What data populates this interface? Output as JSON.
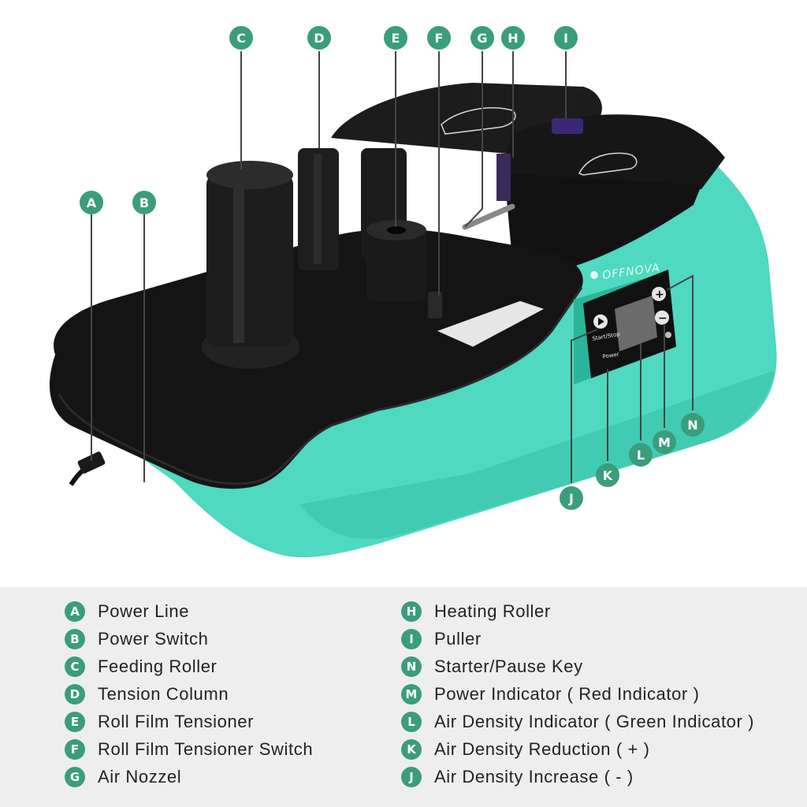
{
  "product": {
    "brand": "OFFNOVA",
    "panel": {
      "start_stop_label": "Start/Stop",
      "power_label": "Power",
      "plus_symbol": "+",
      "minus_symbol": "−"
    }
  },
  "colors": {
    "badge": "#3a9d7c",
    "body_teal": "#4fd9c0",
    "body_black": "#151515",
    "legend_background": "#eeeeee"
  },
  "callouts": [
    "A",
    "B",
    "C",
    "D",
    "E",
    "F",
    "G",
    "H",
    "I",
    "J",
    "K",
    "L",
    "M",
    "N"
  ],
  "legend": {
    "left": [
      {
        "letter": "A",
        "text": "Power Line"
      },
      {
        "letter": "B",
        "text": "Power Switch"
      },
      {
        "letter": "C",
        "text": "Feeding Roller"
      },
      {
        "letter": "D",
        "text": "Tension Column"
      },
      {
        "letter": "E",
        "text": "Roll Film Tensioner"
      },
      {
        "letter": "F",
        "text": "Roll Film Tensioner Switch"
      },
      {
        "letter": "G",
        "text": "Air Nozzel"
      }
    ],
    "right": [
      {
        "letter": "H",
        "text": "Heating Roller"
      },
      {
        "letter": "I",
        "text": "Puller"
      },
      {
        "letter": "N",
        "text": "Starter/Pause Key"
      },
      {
        "letter": "M",
        "text": "Power Indicator ( Red Indicator )"
      },
      {
        "letter": "L",
        "text": "Air Density Indicator ( Green Indicator )"
      },
      {
        "letter": "K",
        "text": "Air Density Reduction ( + )"
      },
      {
        "letter": "J",
        "text": "Air Density Increase ( - )"
      }
    ]
  }
}
